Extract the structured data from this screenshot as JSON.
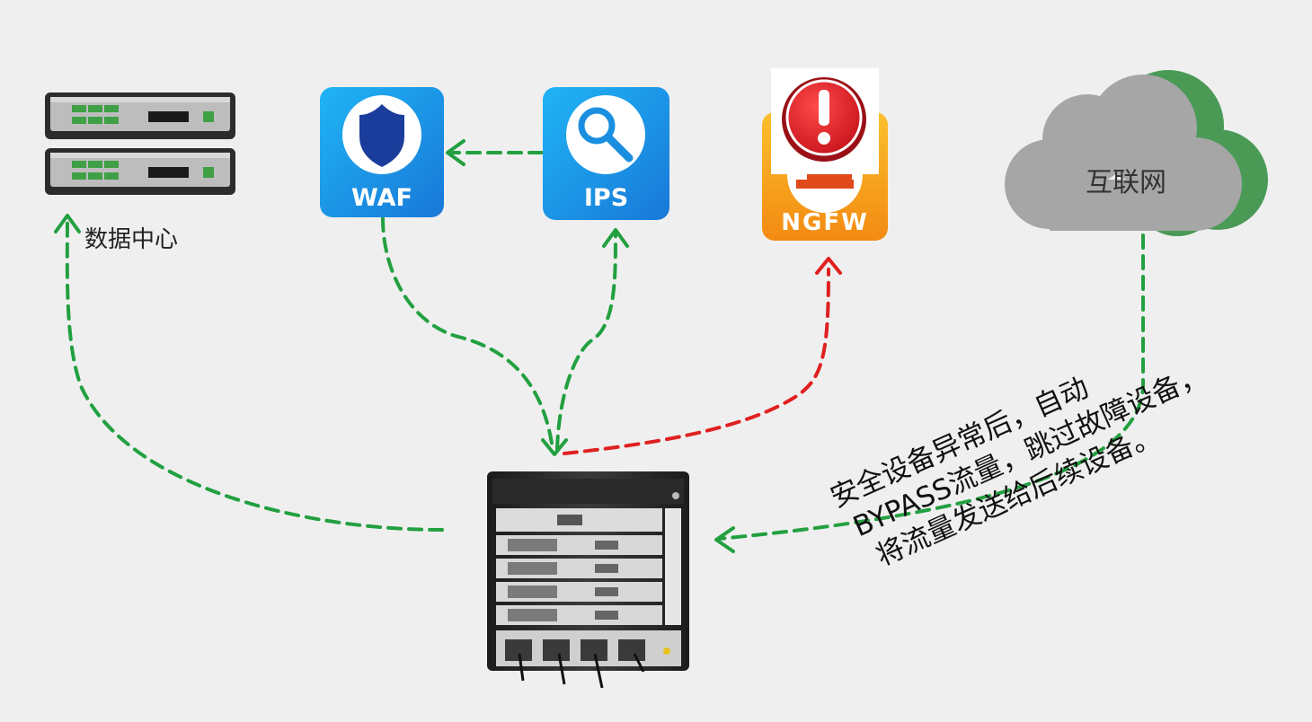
{
  "nodes": {
    "datacenter": {
      "label": "数据中心"
    },
    "waf": {
      "label": "WAF"
    },
    "ips": {
      "label": "IPS"
    },
    "ngfw": {
      "label": "NGFW",
      "status": "fault"
    },
    "internet": {
      "label": "互联网"
    },
    "bypass_switch": {
      "label": ""
    }
  },
  "note": {
    "lines": [
      "安全设备异常后，自动",
      "BYPASS流量，跳过故障设备，",
      "将流量发送给后续设备。"
    ]
  },
  "colors": {
    "background": "#efefef",
    "normal_flow": "#22a040",
    "fault_flow": "#e02020",
    "tile_blue": "#1a8fe0",
    "tile_orange": "#f5a623",
    "cloud_gray": "#a6a6a6",
    "cloud_green": "#4a9a55",
    "alert_red": "#e0262c"
  }
}
